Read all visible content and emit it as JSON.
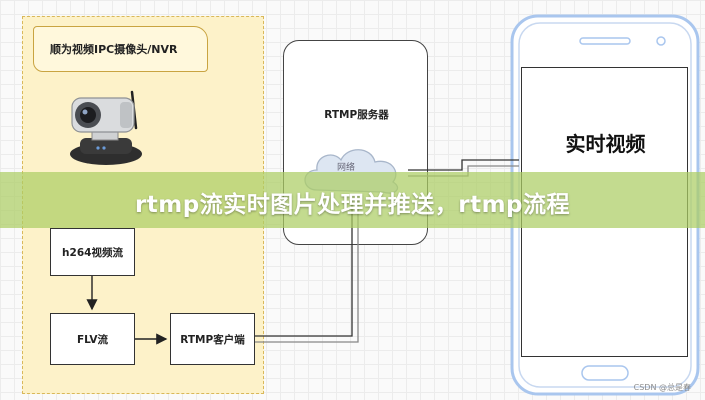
{
  "diagram": {
    "device_title": "顺为视频IPC摄像头/NVR",
    "nodes": {
      "h264": "h264视频流",
      "flv": "FLV流",
      "rtmp_client": "RTMP客户端",
      "rtmp_server": "RTMP服务器",
      "network": "网络",
      "realtime_video": "实时视频"
    }
  },
  "banner": {
    "title": "rtmp流实时图片处理并推送，rtmp流程"
  },
  "watermark": "CSDN @总是春",
  "colors": {
    "banner": "#accd64",
    "device_zone": "#fdf2c9",
    "cloud": "#dde6f2",
    "phone_frame": "#a9c6ee"
  }
}
